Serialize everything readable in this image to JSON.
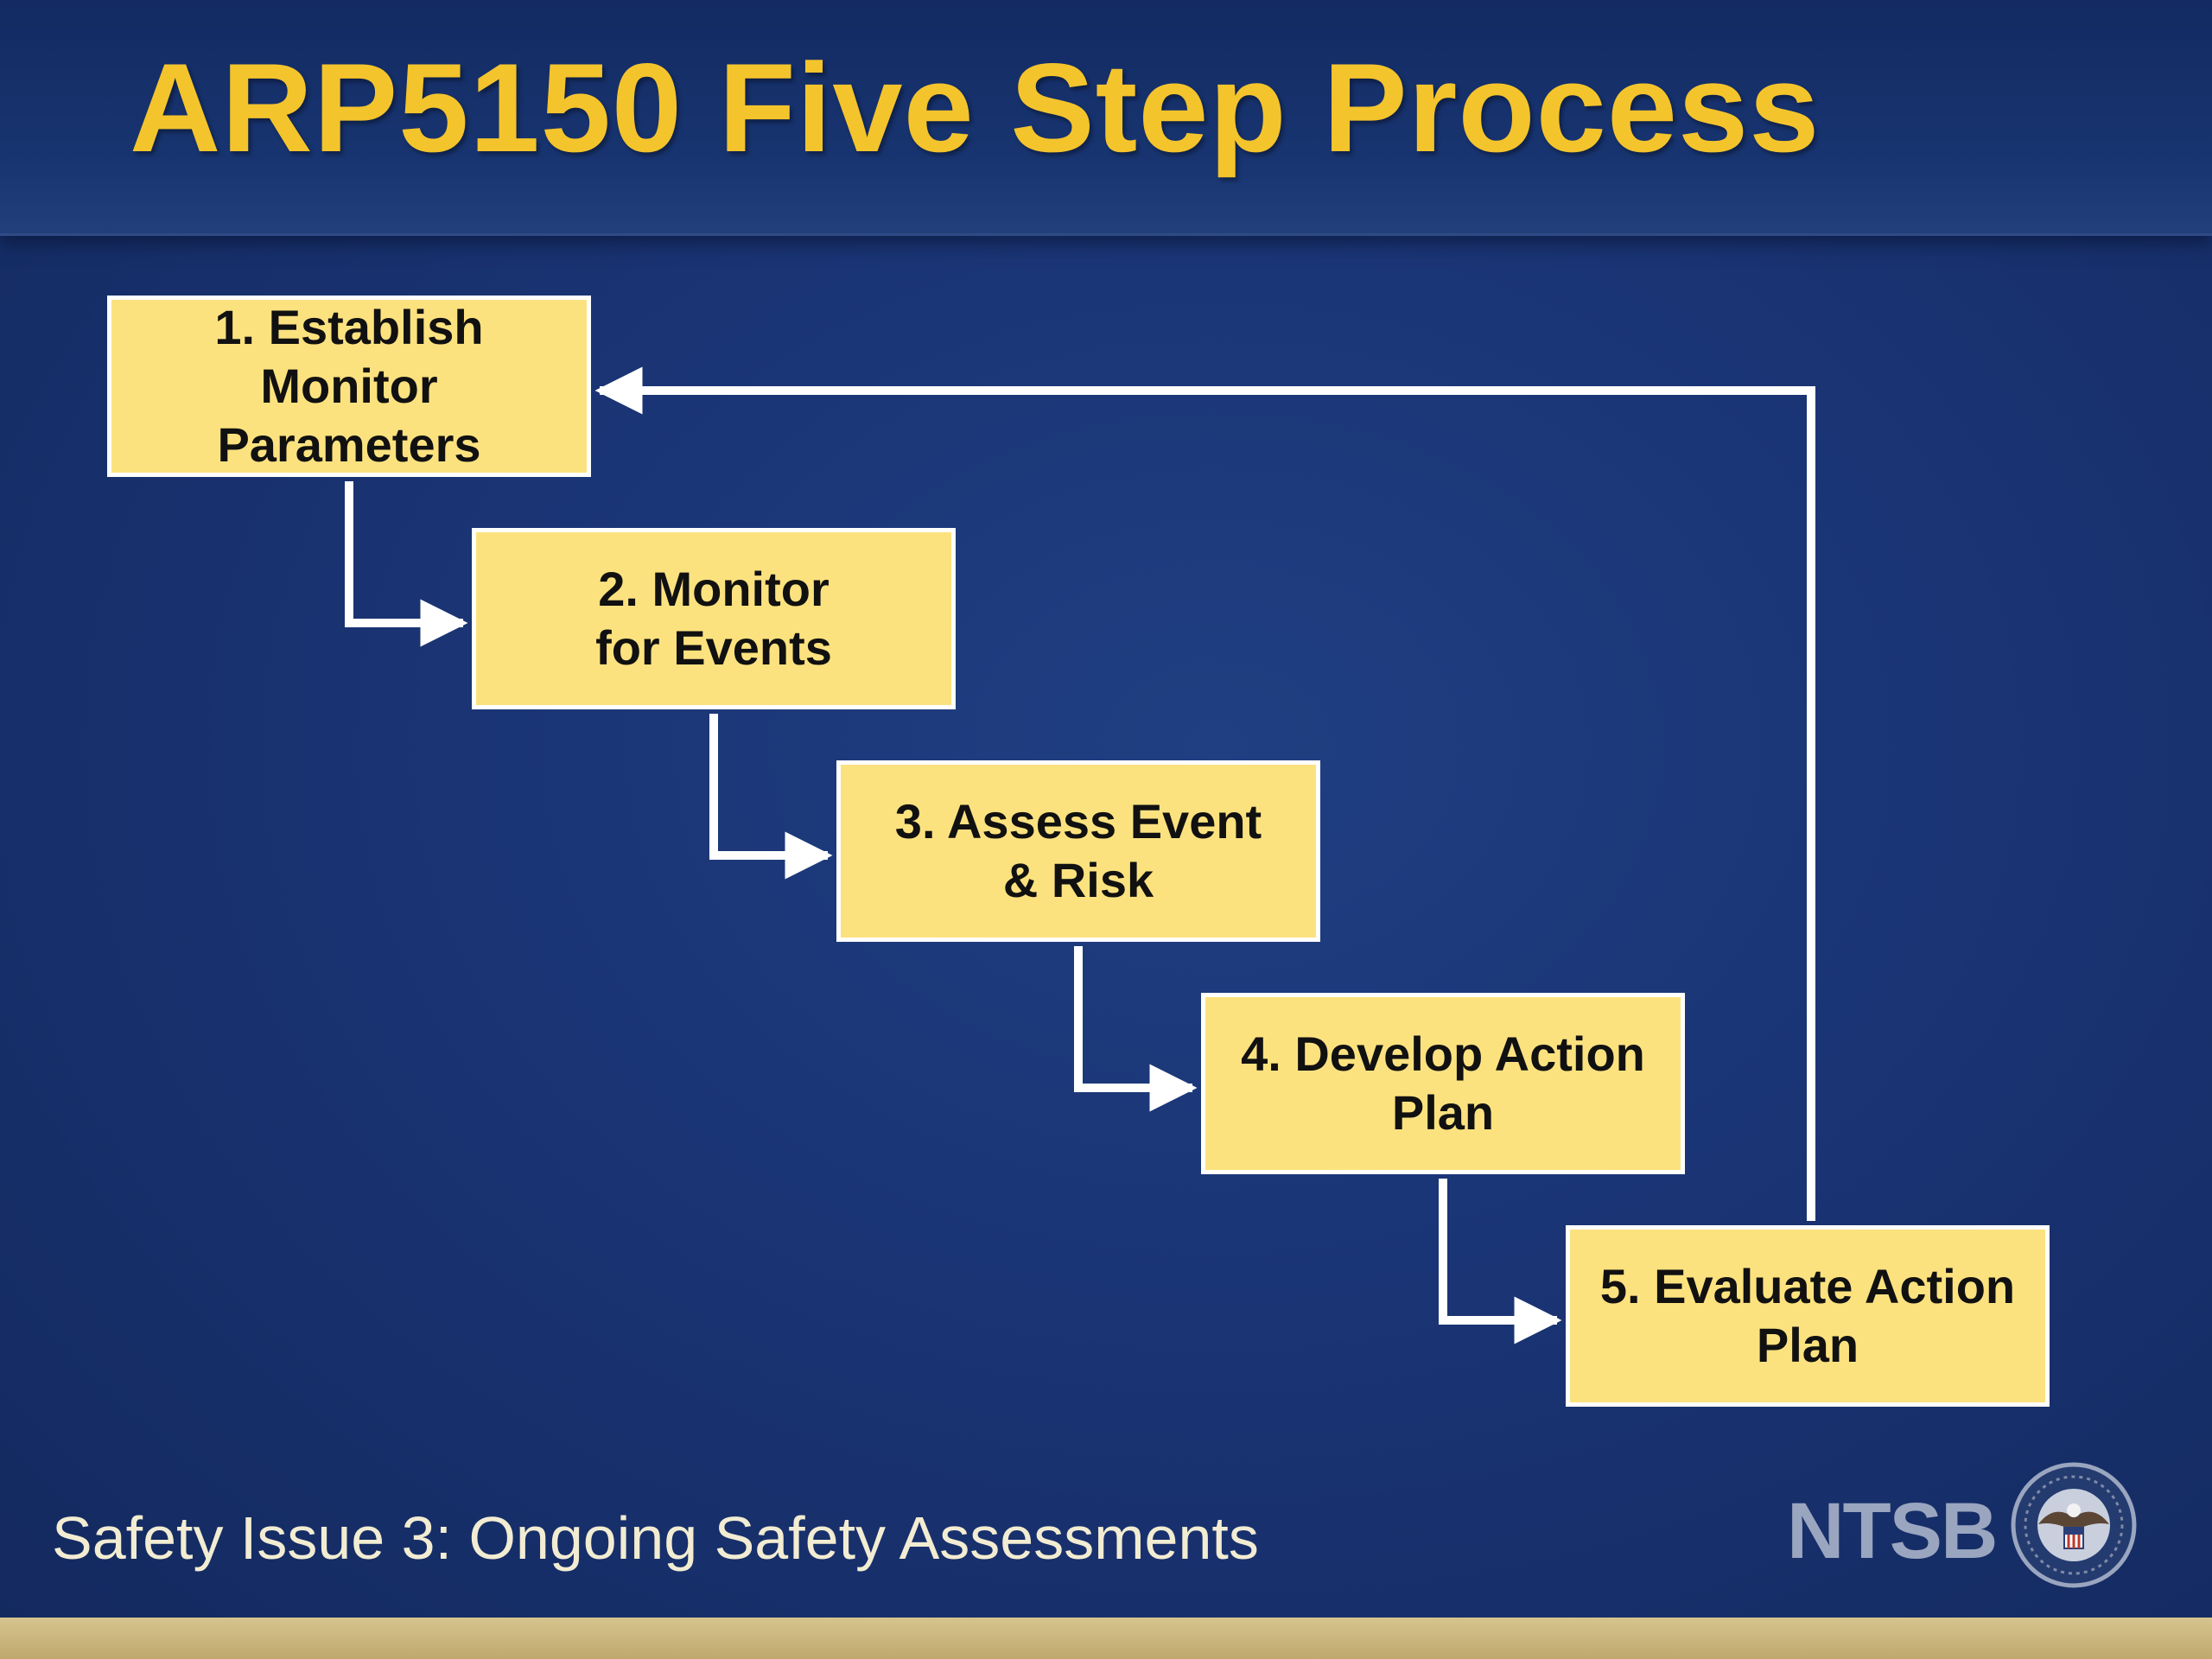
{
  "slide": {
    "title": "ARP5150 Five Step Process",
    "footer": "Safety Issue 3:  Ongoing Safety Assessments",
    "brand": "NTSB"
  },
  "steps": [
    {
      "id": "step-1",
      "label": "1. Establish\nMonitor\nParameters"
    },
    {
      "id": "step-2",
      "label": "2. Monitor\nfor Events"
    },
    {
      "id": "step-3",
      "label": "3. Assess Event\n& Risk"
    },
    {
      "id": "step-4",
      "label": "4. Develop Action\nPlan"
    },
    {
      "id": "step-5",
      "label": "5. Evaluate Action\nPlan"
    }
  ],
  "connections": [
    {
      "from": "step-1",
      "to": "step-2"
    },
    {
      "from": "step-2",
      "to": "step-3"
    },
    {
      "from": "step-3",
      "to": "step-4"
    },
    {
      "from": "step-4",
      "to": "step-5"
    },
    {
      "from": "step-5",
      "to": "step-1",
      "type": "feedback"
    }
  ],
  "colors": {
    "background": "#1a3474",
    "title": "#f4c42c",
    "box_fill": "#fce27f",
    "box_border": "#ffffff",
    "connector": "#ffffff",
    "footer_text": "#f2ecd2",
    "brand_text": "#9aa5bf"
  },
  "icons": {
    "seal": "ntsb-seal-icon"
  }
}
